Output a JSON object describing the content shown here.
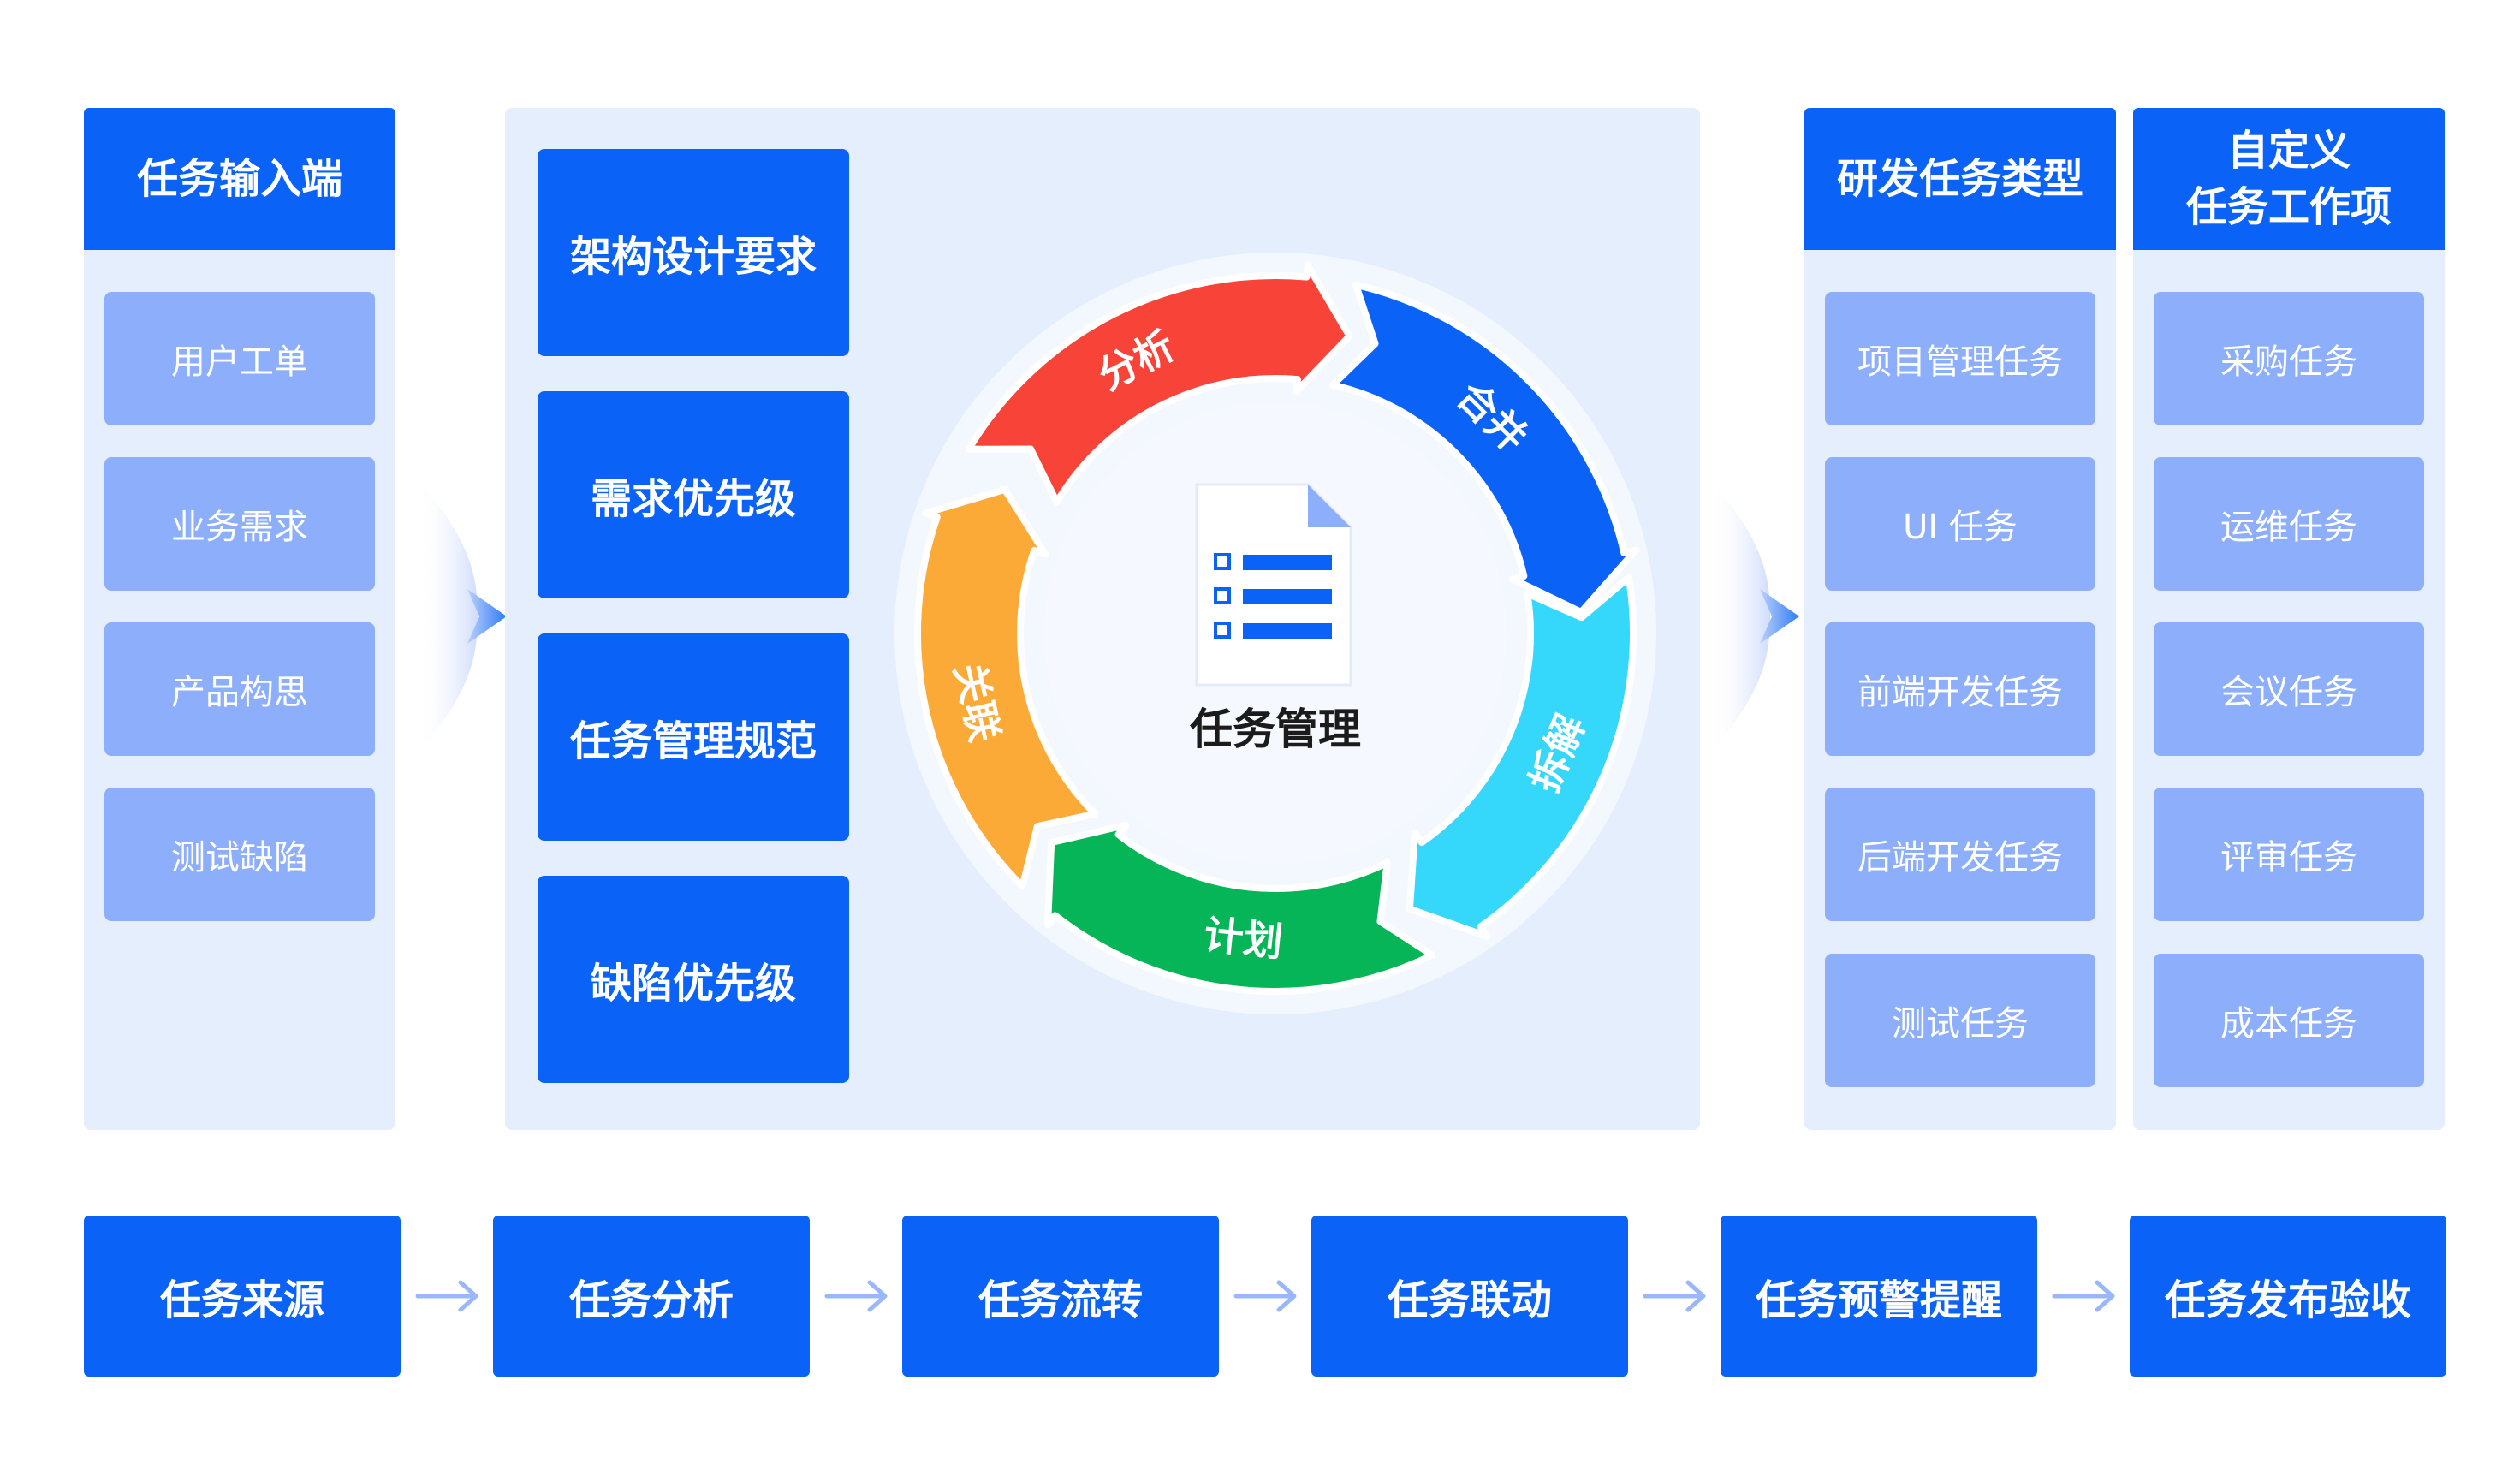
{
  "input_panel": {
    "title": "任务输入端",
    "items": [
      "用户工单",
      "业务需求",
      "产品构思",
      "测试缺陷"
    ]
  },
  "requirements": [
    "架构设计要求",
    "需求优先级",
    "任务管理规范",
    "缺陷优先级"
  ],
  "cycle": {
    "center_label": "任务管理",
    "segments": [
      {
        "label": "分析",
        "color": "#f74338"
      },
      {
        "label": "合并",
        "color": "#0a63f6"
      },
      {
        "label": "拆解",
        "color": "#35d8fb"
      },
      {
        "label": "计划",
        "color": "#06b557"
      },
      {
        "label": "关联",
        "color": "#fba937"
      }
    ],
    "icon": "document-list-icon"
  },
  "dev_types": {
    "title": "研发任务类型",
    "items": [
      "项目管理任务",
      "UI 任务",
      "前端开发任务",
      "后端开发任务",
      "测试任务"
    ]
  },
  "custom_items": {
    "title_line1": "自定义",
    "title_line2": "任务工作项",
    "items": [
      "采购任务",
      "运维任务",
      "会议任务",
      "评审任务",
      "成本任务"
    ]
  },
  "flow": [
    "任务来源",
    "任务分析",
    "任务流转",
    "任务联动",
    "任务预警提醒",
    "任务发布验收"
  ],
  "colors": {
    "primary": "#0a63f6",
    "item": "#8daefa",
    "panel": "#e5eefd",
    "arrow": "#9bb7fb"
  }
}
